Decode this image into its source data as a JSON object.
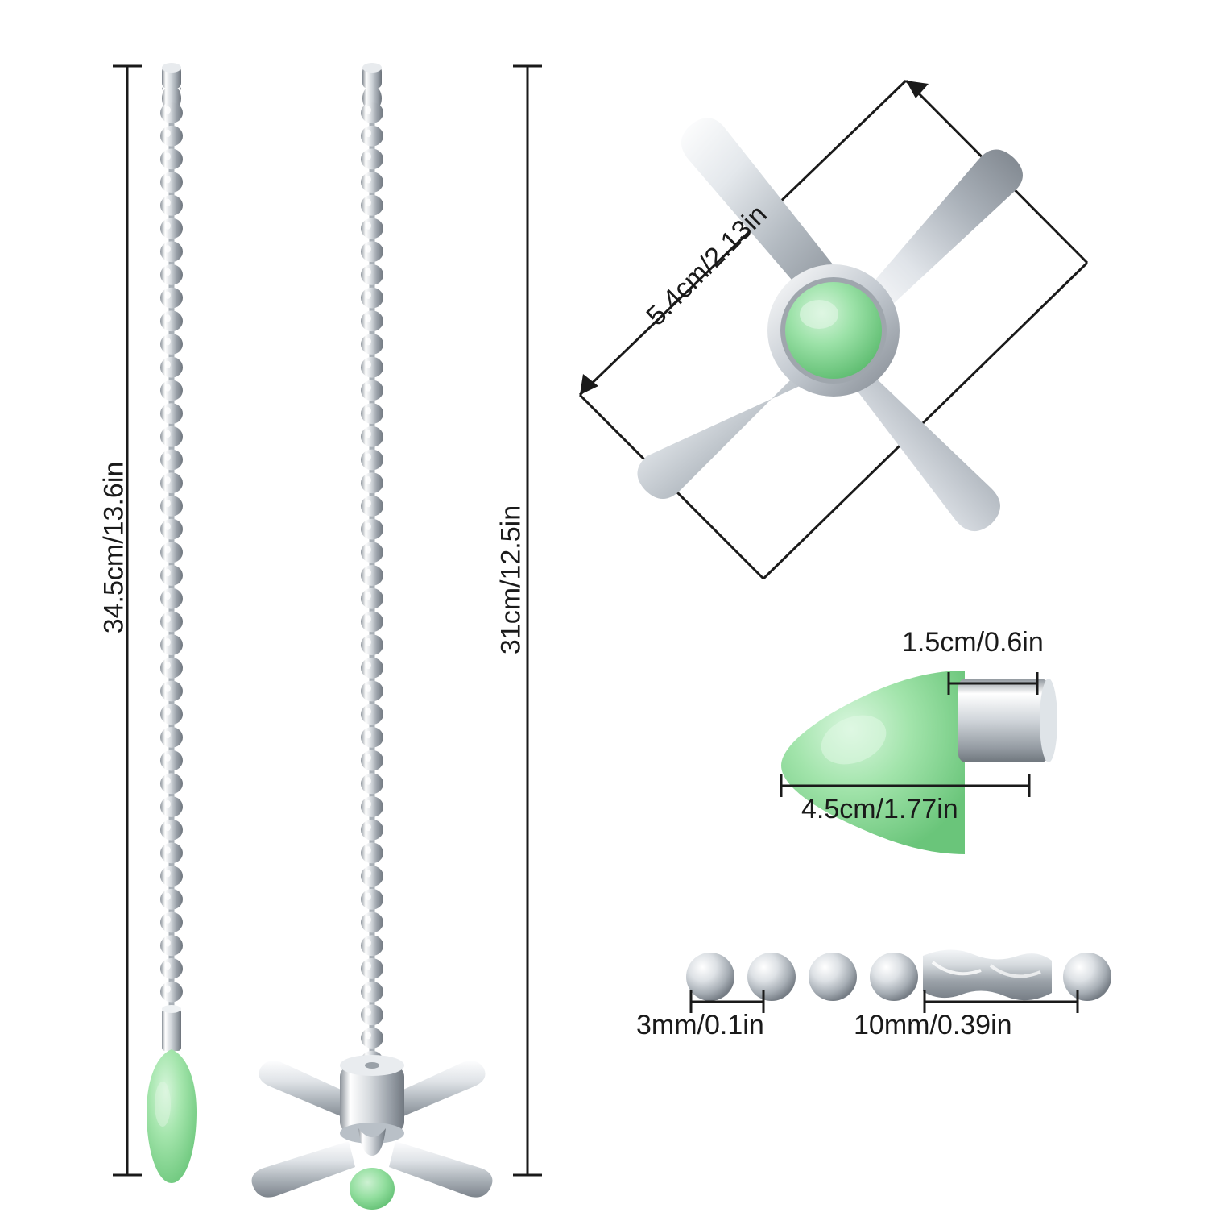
{
  "diagram": {
    "title": "Ceiling fan pull chain set dimension diagram",
    "background_color": "#ffffff",
    "line_color": "#1a1a1a",
    "accent_green": "#8fdd9f",
    "metal_light": "#f2f4f6",
    "metal_mid": "#c9ced4",
    "metal_dark": "#8d949c"
  },
  "measurements": {
    "left_chain_length": "34.5cm/13.6in",
    "right_chain_length": "31cm/12.5in",
    "fan_blade_span": "5.4cm/2.13in",
    "bulb_ferrule_length": "1.5cm/0.6in",
    "bulb_total_length": "4.5cm/1.77in",
    "bead_diameter": "3mm/0.1in",
    "connector_length": "10mm/0.39in"
  },
  "parts": {
    "left_pendant": "glow-bulb-pendant",
    "right_pendant": "glow-fan-pendant",
    "fan_detail": "fan-blade-pendant-closeup",
    "bulb_detail": "bulb-pendant-closeup",
    "chain_detail": "bead-chain-connector-closeup"
  }
}
